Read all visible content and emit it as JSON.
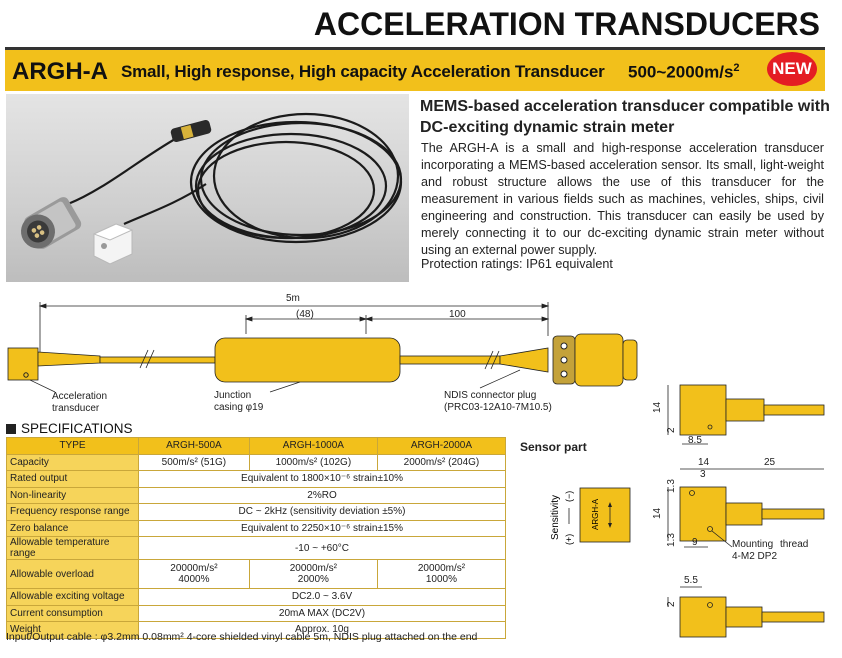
{
  "title": "ACCELERATION TRANSDUCERS",
  "banner": {
    "model": "ARGH-A",
    "description": "Small, High response, High capacity Acceleration Transducer",
    "range_prefix": "500~2000m/s",
    "range_sup": "2",
    "badge": "NEW"
  },
  "intro": {
    "heading": "MEMS-based acceleration transducer compatible with DC-exciting dynamic strain meter",
    "body": "The ARGH-A is a small and high-response acceleration transducer incorporating a MEMS-based acceleration sensor.  Its small, light-weight and robust structure allows the use of this transducer for the measurement in various fields such as machines, vehicles, ships, civil engineering and construction.  This transducer can easily be used by merely connecting it to our dc-exciting dynamic strain meter without using an external power supply.",
    "protection": "Protection ratings: IP61 equivalent"
  },
  "cable_drawing": {
    "total_length": "5m",
    "junction_offset": "(48)",
    "connector_offset": "100",
    "labels": {
      "acc_transducer_1": "Acceleration",
      "acc_transducer_2": "transducer",
      "junction_1": "Junction",
      "junction_2": "casing φ19",
      "connector_1": "NDIS connector plug",
      "connector_2": "(PRC03-12A10-7M10.5)"
    }
  },
  "specifications": {
    "title": "SPECIFICATIONS",
    "headers": [
      "TYPE",
      "ARGH-500A",
      "ARGH-1000A",
      "ARGH-2000A"
    ],
    "rows": {
      "capacity": {
        "label": "Capacity",
        "v1": "500m/s² (51G)",
        "v2": "1000m/s² (102G)",
        "v3": "2000m/s² (204G)"
      },
      "rated_output": {
        "label": "Rated output",
        "value": "Equivalent to 1800×10⁻⁶ strain±10%"
      },
      "non_linearity": {
        "label": "Non-linearity",
        "value": "2%RO"
      },
      "frequency_response": {
        "label": "Frequency response range",
        "value": "DC ~ 2kHz (sensitivity deviation ±5%)"
      },
      "zero_balance": {
        "label": "Zero balance",
        "value": "Equivalent to 2250×10⁻⁶ strain±15%"
      },
      "temperature": {
        "label": "Allowable temperature range",
        "value": "-10 ~ +60°C"
      },
      "overload": {
        "label": "Allowable overload",
        "v1a": "20000m/s²",
        "v1b": "4000%",
        "v2a": "20000m/s²",
        "v2b": "2000%",
        "v3a": "20000m/s²",
        "v3b": "1000%"
      },
      "exciting_voltage": {
        "label": "Allowable exciting voltage",
        "value": "DC2.0 ~ 3.6V"
      },
      "current": {
        "label": "Current consumption",
        "value": "20mA MAX (DC2V)"
      },
      "weight": {
        "label": "Weight",
        "value": "Approx. 10g"
      }
    },
    "footnote": "Input/Output cable : φ3.2mm  0.08mm²  4-core shielded vinyl cable 5m, NDIS plug attached on the end"
  },
  "sensor_part": {
    "title": "Sensor part",
    "sensitivity_label": "Sensitivity",
    "plus": "(+)",
    "minus": "(−)",
    "model_mark": "ARGH-A"
  },
  "dimensions": {
    "top_height": "14",
    "top_small": "2",
    "top_width": "8.5",
    "mid_width_a": "14",
    "mid_width_b": "3",
    "mid_cable": "25",
    "mid_h_small": "1.3",
    "mid_height": "14",
    "mid_h_small2": "1.3",
    "mid_bottom": "9",
    "mounting_1": "Mounting",
    "mounting_2": "thread",
    "mounting_3": "4-M2 DP2",
    "bot_width": "5.5",
    "bot_small": "2"
  },
  "colors": {
    "accent": "#f2c01b",
    "badge": "#e41d23"
  }
}
